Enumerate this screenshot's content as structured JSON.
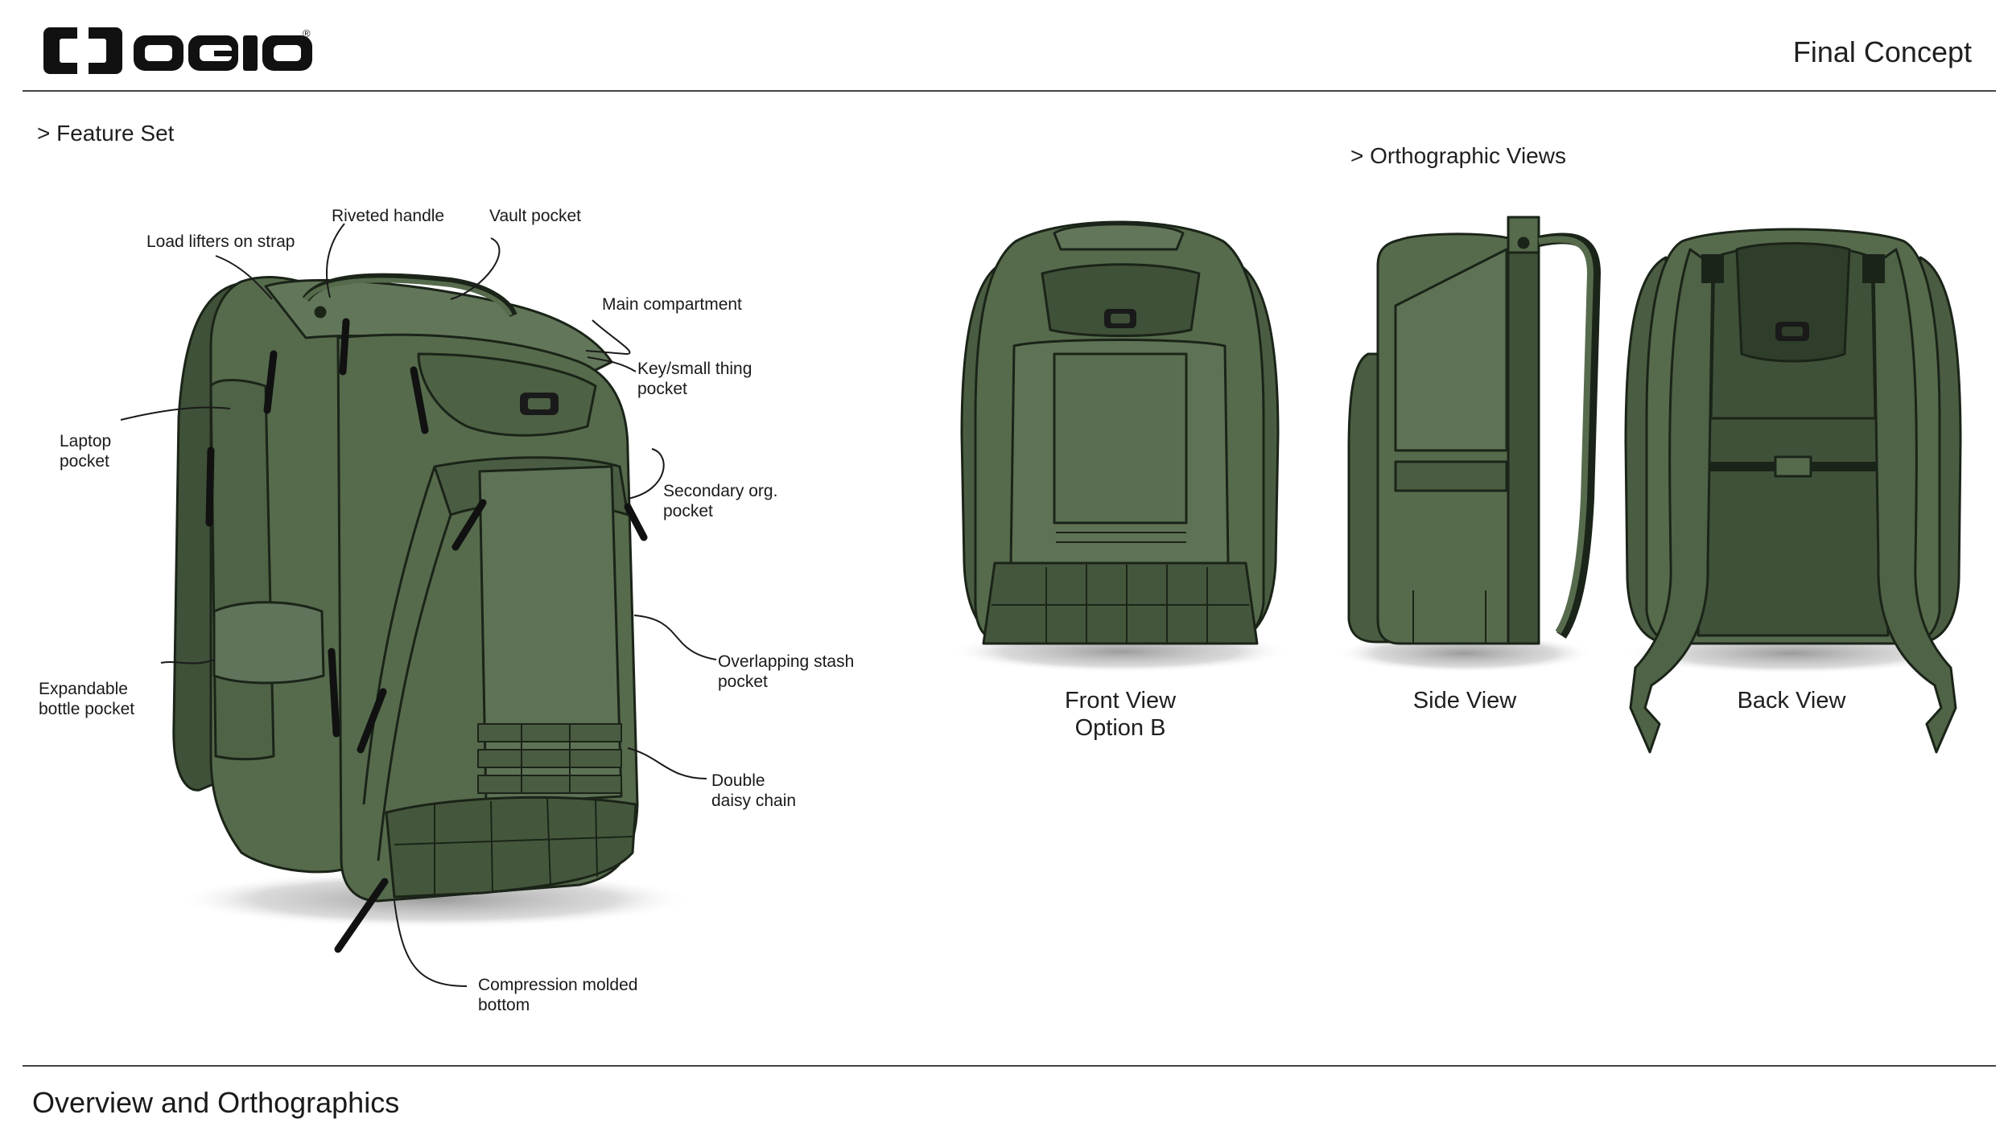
{
  "brand": {
    "name": "OGIO",
    "registered": "®"
  },
  "header": {
    "title": "Final Concept"
  },
  "footer": {
    "title": "Overview and Orthographics"
  },
  "sections": {
    "feature_set": "> Feature Set",
    "orthographic_views": "> Orthographic Views"
  },
  "callouts": {
    "load_lifters": "Load lifters on strap",
    "riveted_handle": "Riveted handle",
    "vault_pocket": "Vault pocket",
    "main_compartment": "Main compartment",
    "key_pocket": "Key/small thing\npocket",
    "laptop_pocket": "Laptop\npocket",
    "secondary_org": "Secondary org.\npocket",
    "stash_pocket": "Overlapping stash\npocket",
    "bottle_pocket": "Expandable\nbottle pocket",
    "daisy_chain": "Double\ndaisy chain",
    "molded_bottom": "Compression molded\nbottom"
  },
  "views": {
    "front": "Front View\nOption B",
    "side": "Side View",
    "back": "Back View"
  },
  "colors": {
    "bag_green": "#566b4c",
    "bag_dark": "#3f5138",
    "bag_light": "#62775a",
    "outline": "#1b2418",
    "zipper": "#111111"
  }
}
